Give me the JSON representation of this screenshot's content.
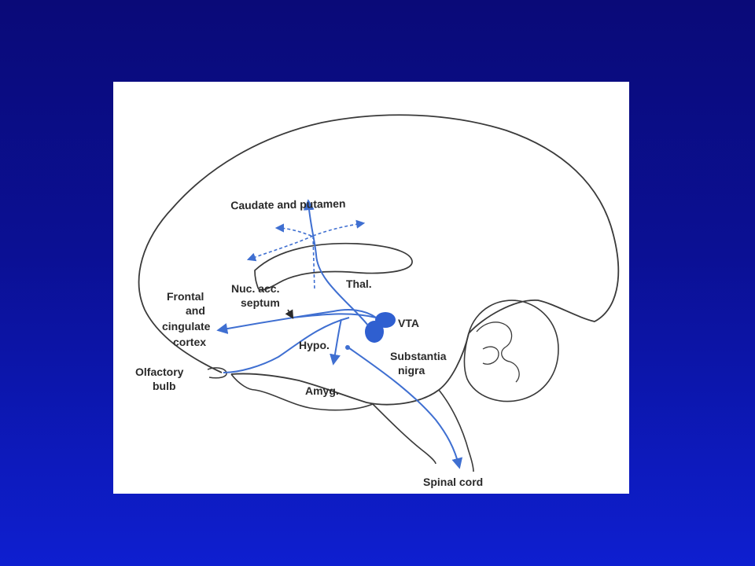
{
  "diagram": {
    "labels": {
      "caudate_putamen": "Caudate and putamen",
      "frontal_1": "Frontal",
      "frontal_2": "and",
      "frontal_3": "cingulate",
      "frontal_4": "cortex",
      "nuc_acc_1": "Nuc. acc.",
      "nuc_acc_2": "septum",
      "thal": "Thal.",
      "vta": "VTA",
      "substantia_1": "Substantia",
      "substantia_2": "nigra",
      "hypo": "Hypo.",
      "olfactory_1": "Olfactory",
      "olfactory_2": "bulb",
      "amyg": "Amyg.",
      "spinal_cord": "Spinal cord"
    },
    "colors": {
      "background_top": "#0a0a78",
      "background_bottom": "#0e1fd0",
      "panel": "#ffffff",
      "outline": "#3a3a3a",
      "pathway": "#3f6fd1",
      "nucleus_fill": "#2f5fd0"
    }
  }
}
